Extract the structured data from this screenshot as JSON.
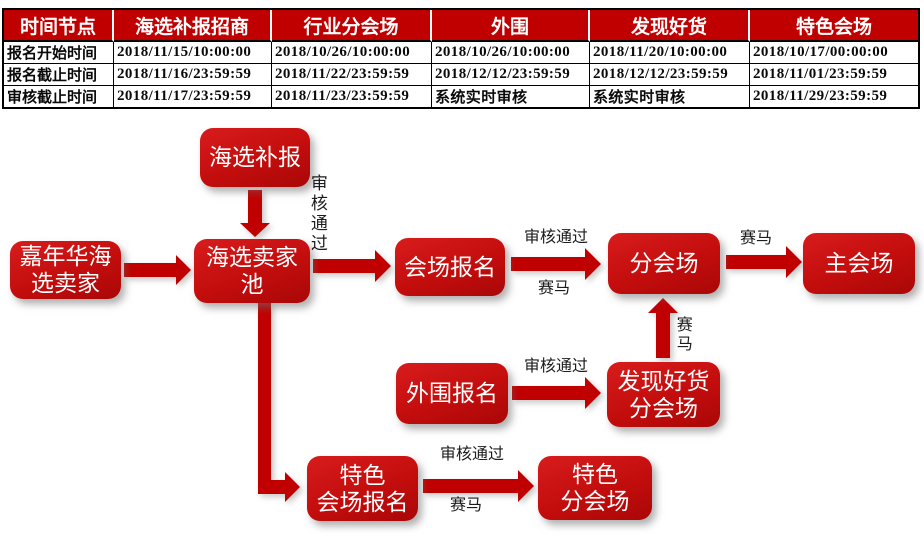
{
  "colors": {
    "primary_red": "#c00000",
    "box_red_gradient_top": "#d81c1c",
    "box_red_gradient_bottom": "#a90707",
    "header_text": "#ffffff",
    "body_text": "#0a0a0a"
  },
  "table": {
    "header": [
      "时间节点",
      "海选补报招商",
      "行业分会场",
      "外围",
      "发现好货",
      "特色会场"
    ],
    "rows": [
      {
        "label": "报名开始时间",
        "cells": [
          "2018/11/15/10:00:00",
          "2018/10/26/10:00:00",
          "2018/10/26/10:00:00",
          "2018/11/20/10:00:00",
          "2018/10/17/00:00:00"
        ]
      },
      {
        "label": "报名截止时间",
        "cells": [
          "2018/11/16/23:59:59",
          "2018/11/22/23:59:59",
          "2018/12/12/23:59:59",
          "2018/12/12/23:59:59",
          "2018/11/01/23:59:59"
        ]
      },
      {
        "label": "审核截止时间",
        "cells": [
          "2018/11/17/23:59:59",
          "2018/11/23/23:59:59",
          "系统实时审核",
          "系统实时审核",
          "2018/11/29/23:59:59"
        ]
      }
    ]
  },
  "flowchart": {
    "boxes": {
      "haixuan_bubao": "海选补报",
      "jianianhua_haixuan_maijia": "嘉年华海\n选卖家",
      "haixuan_maijia_chi": "海选卖家\n池",
      "huichang_baoming": "会场报名",
      "fenhuichang": "分会场",
      "zhuhuichang": "主会场",
      "waiwei_baoming": "外围报名",
      "faxian_haohuo_fenhuichang": "发现好货\n分会场",
      "tese_huichang_baoming": "特色\n会场报名",
      "tese_fenhuichang": "特色\n分会场"
    },
    "edge_labels": {
      "pool_approve_vertical": "审核通过",
      "venue_approve": "审核通过",
      "venue_race": "赛马",
      "fen_to_main_race": "赛马",
      "waiwei_approve": "审核通过",
      "faxian_race_vertical": "赛马",
      "tese_approve": "审核通过",
      "tese_race": "赛马"
    }
  }
}
